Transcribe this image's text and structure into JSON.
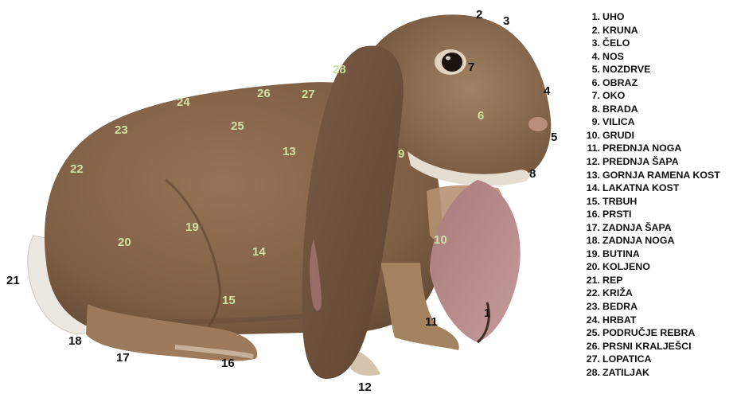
{
  "diagram": {
    "colors": {
      "fur": "#8c6a4c",
      "fur_dark": "#6b4e38",
      "fur_light": "#a8896a",
      "ear_inner": "#b8868a",
      "white_fur": "#e9e4dd",
      "eye": "#1a120c",
      "inside_number": "#cfe0a3",
      "outside_number": "#111111"
    },
    "numbers": [
      "1",
      "2",
      "3",
      "4",
      "5",
      "6",
      "7",
      "8",
      "9",
      "10",
      "11",
      "12",
      "13",
      "14",
      "15",
      "16",
      "17",
      "18",
      "19",
      "20",
      "21",
      "22",
      "23",
      "24",
      "25",
      "26",
      "27",
      "28"
    ],
    "legend": [
      {
        "index": "1.",
        "label": "UHO"
      },
      {
        "index": "2.",
        "label": "KRUNA"
      },
      {
        "index": "3.",
        "label": "ČELO"
      },
      {
        "index": "4.",
        "label": "NOS"
      },
      {
        "index": "5.",
        "label": "NOZDRVE"
      },
      {
        "index": "6.",
        "label": "OBRAZ"
      },
      {
        "index": "7.",
        "label": "OKO"
      },
      {
        "index": "8.",
        "label": "BRADA"
      },
      {
        "index": "9.",
        "label": "VILICA"
      },
      {
        "index": "10.",
        "label": "GRUDI"
      },
      {
        "index": "11.",
        "label": "PREDNJA NOGA"
      },
      {
        "index": "12.",
        "label": "PREDNJA ŠAPA"
      },
      {
        "index": "13.",
        "label": "GORNJA RAMENA KOST"
      },
      {
        "index": "14.",
        "label": "LAKATNA KOST"
      },
      {
        "index": "15.",
        "label": "TRBUH"
      },
      {
        "index": "16.",
        "label": "PRSTI"
      },
      {
        "index": "17.",
        "label": "ZADNJA ŠAPA"
      },
      {
        "index": "18.",
        "label": "ZADNJA NOGA"
      },
      {
        "index": "19.",
        "label": "BUTINA"
      },
      {
        "index": "20.",
        "label": "KOLJENO"
      },
      {
        "index": "21.",
        "label": "REP"
      },
      {
        "index": "22.",
        "label": "KRIŽA"
      },
      {
        "index": "23.",
        "label": "BEDRA"
      },
      {
        "index": "24.",
        "label": "HRBAT"
      },
      {
        "index": "25.",
        "label": "PODRUČJE REBRA"
      },
      {
        "index": "26.",
        "label": "PRSNI KRALJEŠCI"
      },
      {
        "index": "27.",
        "label": "LOPATICA"
      },
      {
        "index": "28.",
        "label": "ZATILJAK"
      }
    ]
  }
}
